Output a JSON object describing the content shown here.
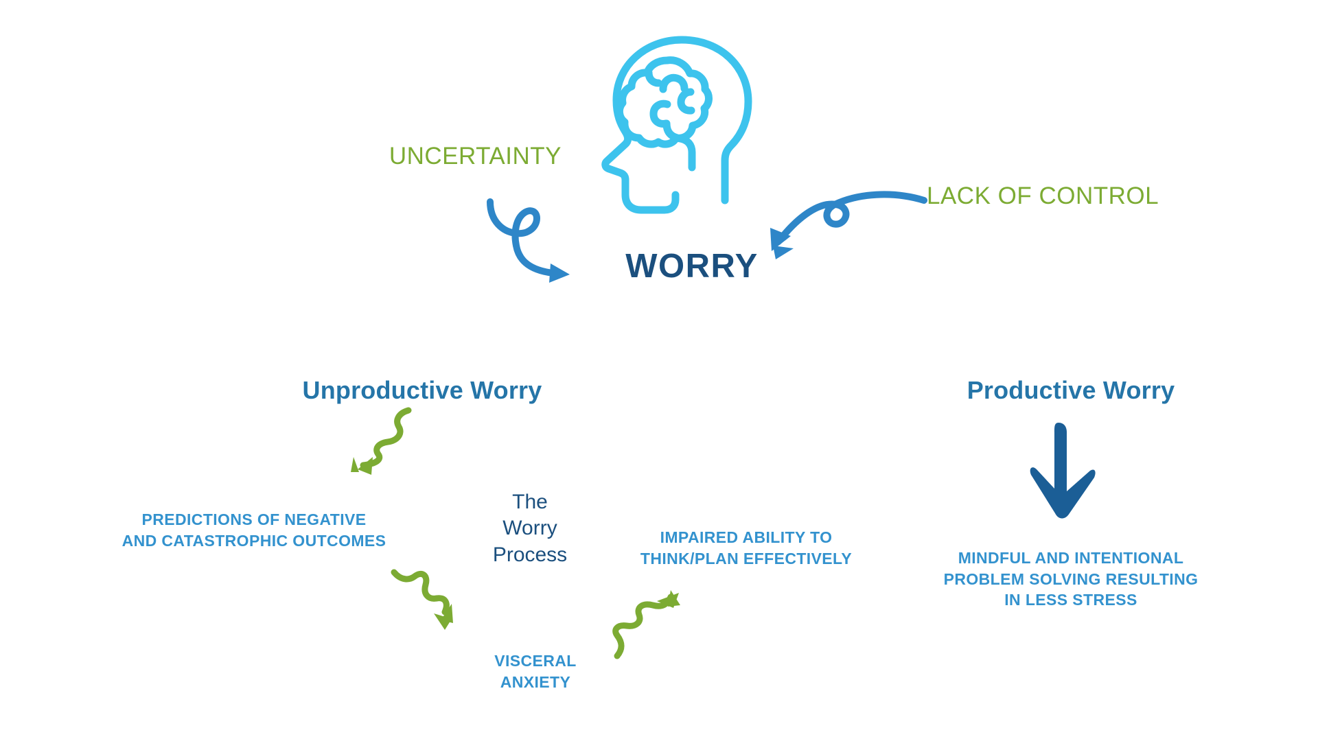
{
  "diagram": {
    "title": "The Worry Process",
    "colors": {
      "green": "#7CAB33",
      "light_blue": "#3DC3ED",
      "arrow_blue": "#2E86C8",
      "navy": "#1B4F7E",
      "heading_blue": "#2575A8",
      "body_blue": "#3392CE",
      "background": "#FFFFFF"
    }
  },
  "top": {
    "icon_name": "head-with-brain-icon",
    "cause_left": "UNCERTAINTY",
    "cause_right": "LACK OF CONTROL",
    "center_label": "WORRY",
    "arrow_left_name": "curved-loop-arrow-right",
    "arrow_right_name": "curved-loop-arrow-down-left"
  },
  "columns": {
    "unproductive": {
      "heading": "Unproductive Worry",
      "center_label_lines": [
        "The",
        "Worry",
        "Process"
      ],
      "nodes": [
        {
          "name": "predictions",
          "lines": [
            "PREDICTIONS OF NEGATIVE",
            "AND CATASTROPHIC OUTCOMES"
          ]
        },
        {
          "name": "visceral-anxiety",
          "lines": [
            "VISCERAL",
            "ANXIETY"
          ]
        },
        {
          "name": "impaired-ability",
          "lines": [
            "IMPAIRED ABILITY TO",
            "THINK/PLAN EFFECTIVELY"
          ]
        }
      ],
      "connectors": [
        "squiggly-arrow-down-left",
        "squiggly-arrow-down-right",
        "squiggly-arrow-up-right"
      ]
    },
    "productive": {
      "heading": "Productive Worry",
      "arrow_name": "thick-arrow-down",
      "outcome_lines": [
        "MINDFUL AND INTENTIONAL",
        "PROBLEM SOLVING RESULTING",
        "IN LESS STRESS"
      ]
    }
  }
}
